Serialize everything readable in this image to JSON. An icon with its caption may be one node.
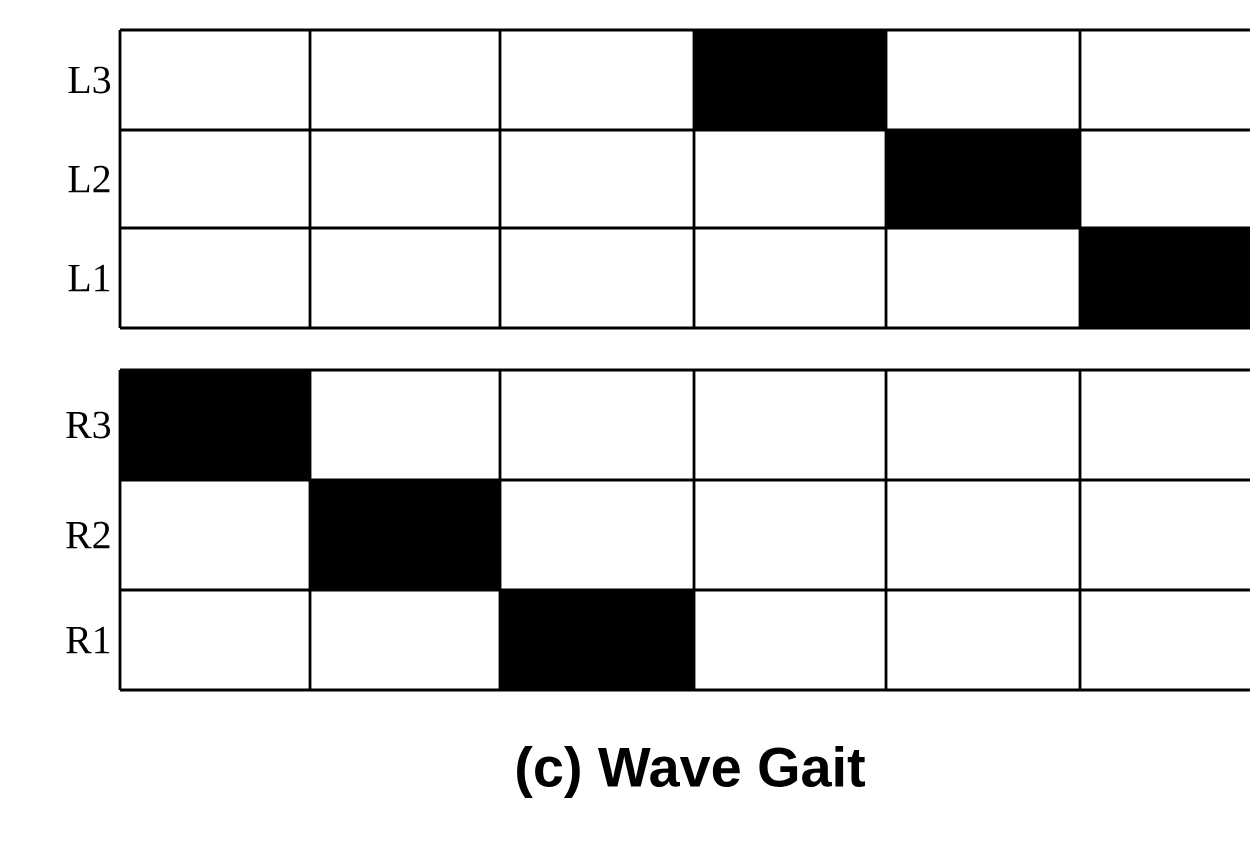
{
  "diagram": {
    "caption": "(c) Wave Gait",
    "labels": [
      "L3",
      "L2",
      "L1",
      "R3",
      "R2",
      "R1"
    ]
  }
}
